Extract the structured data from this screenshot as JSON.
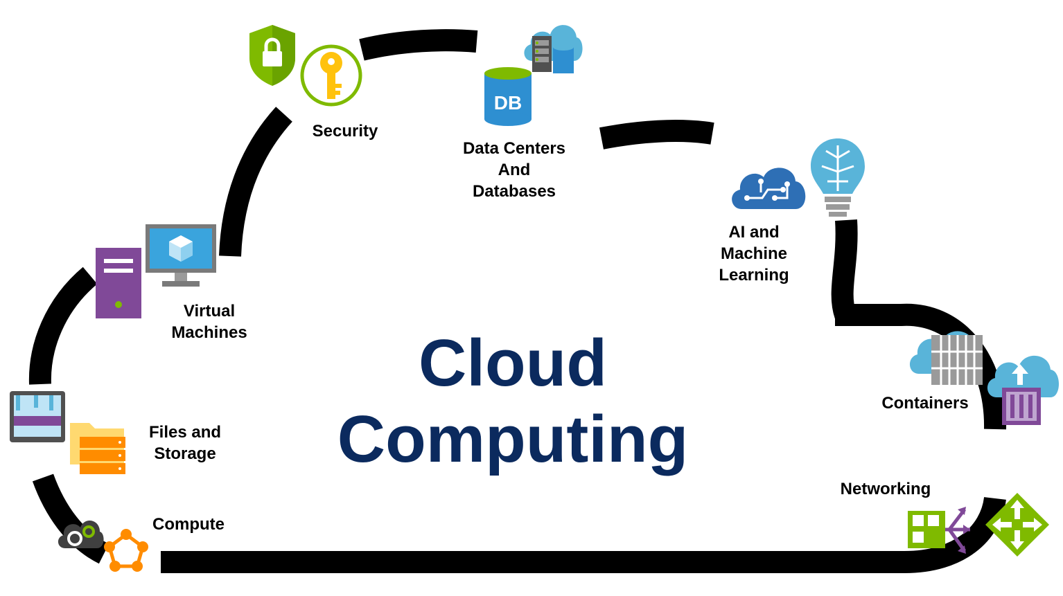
{
  "title": {
    "line1": "Cloud",
    "line2": "Computing"
  },
  "colors": {
    "title": "#0b2a5e",
    "cloud_outline": "#000000",
    "security_green": "#7fba00",
    "key_yellow": "#ffc20e",
    "db_blue": "#2e8fd1",
    "vm_purple": "#804998",
    "folder_orange": "#ff8c00"
  },
  "nodes": [
    {
      "id": "security",
      "lines": [
        "Security"
      ],
      "icons": [
        "shield-lock-icon",
        "key-icon"
      ]
    },
    {
      "id": "databases",
      "lines": [
        "Data Centers",
        "And",
        "Databases"
      ],
      "icons": [
        "database-icon",
        "cloud-server-icon"
      ]
    },
    {
      "id": "ai",
      "lines": [
        "AI and",
        "Machine",
        "Learning"
      ],
      "icons": [
        "cloud-circuit-icon",
        "lightbulb-brain-icon"
      ]
    },
    {
      "id": "vm",
      "lines": [
        "Virtual",
        "Machines"
      ],
      "icons": [
        "server-tower-icon",
        "monitor-cube-icon"
      ]
    },
    {
      "id": "storage",
      "lines": [
        "Files and",
        "Storage"
      ],
      "icons": [
        "storage-disk-icon",
        "folder-stack-icon"
      ]
    },
    {
      "id": "compute",
      "lines": [
        "Compute"
      ],
      "icons": [
        "gears-cloud-icon",
        "network-pentagon-icon"
      ]
    },
    {
      "id": "containers",
      "lines": [
        "Containers"
      ],
      "icons": [
        "cloud-container-icon",
        "container-upload-icon"
      ]
    },
    {
      "id": "networking",
      "lines": [
        "Networking"
      ],
      "icons": [
        "network-split-icon",
        "router-arrows-icon"
      ]
    }
  ]
}
